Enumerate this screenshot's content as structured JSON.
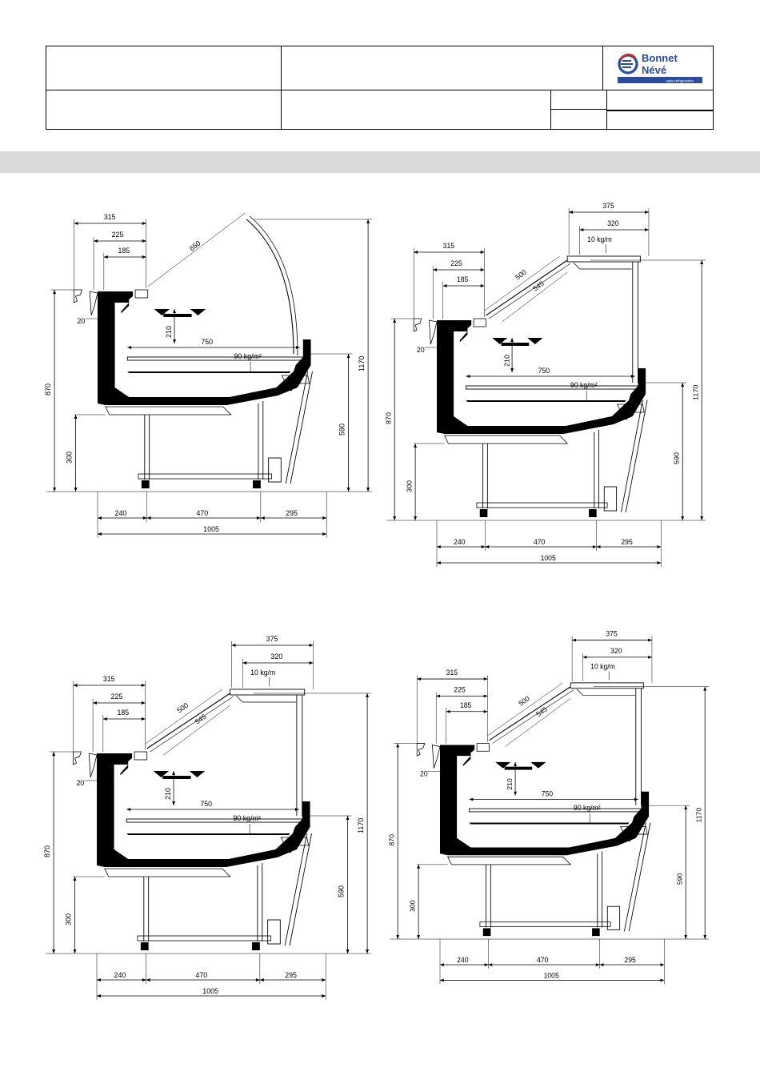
{
  "header": {
    "brand_line1": "Bonnet",
    "brand_line2": "Névé",
    "brand_tagline": "epta refrigeration",
    "cells": [
      "",
      "",
      "",
      "",
      "",
      "",
      ""
    ]
  },
  "drawings": [
    {
      "id": "top-left",
      "dims": {
        "d315": "315",
        "d225": "225",
        "d185": "185",
        "d650": "650",
        "d210": "210",
        "d750": "750",
        "load_shelf": "90  kg/m²",
        "d20": "20",
        "d870": "870",
        "d300": "300",
        "d590": "590",
        "d1170": "1170",
        "d240": "240",
        "d470": "470",
        "d295": "295",
        "d1005": "1005"
      }
    },
    {
      "id": "top-right",
      "dims": {
        "d375": "375",
        "d320": "320",
        "load_top": "10 kg/m",
        "d315": "315",
        "d225": "225",
        "d185": "185",
        "d500": "500",
        "d545": "545",
        "d210": "210",
        "d750": "750",
        "load_shelf": "90  kg/m²",
        "d20": "20",
        "d870": "870",
        "d300": "300",
        "d590": "590",
        "d1170": "1170",
        "d240": "240",
        "d470": "470",
        "d295": "295",
        "d1005": "1005"
      }
    },
    {
      "id": "bottom-left",
      "dims": {
        "d375": "375",
        "d320": "320",
        "load_top": "10 kg/m",
        "d315": "315",
        "d225": "225",
        "d185": "185",
        "d500": "500",
        "d545": "545",
        "d210": "210",
        "d750": "750",
        "load_shelf": "90  kg/m²",
        "d20": "20",
        "d870": "870",
        "d300": "300",
        "d590": "590",
        "d1170": "1170",
        "d240": "240",
        "d470": "470",
        "d295": "295",
        "d1005": "1005"
      }
    },
    {
      "id": "bottom-right",
      "dims": {
        "d375": "375",
        "d320": "320",
        "load_top": "10 kg/m",
        "d315": "315",
        "d225": "225",
        "d185": "185",
        "d500": "500",
        "d545": "545",
        "d210": "210",
        "d750": "750",
        "load_shelf": "90  kg/m²",
        "d20": "20",
        "d870": "870",
        "d300": "300",
        "d590": "590",
        "d1170": "1170",
        "d240": "240",
        "d470": "470",
        "d295": "295",
        "d1005": "1005"
      }
    }
  ]
}
